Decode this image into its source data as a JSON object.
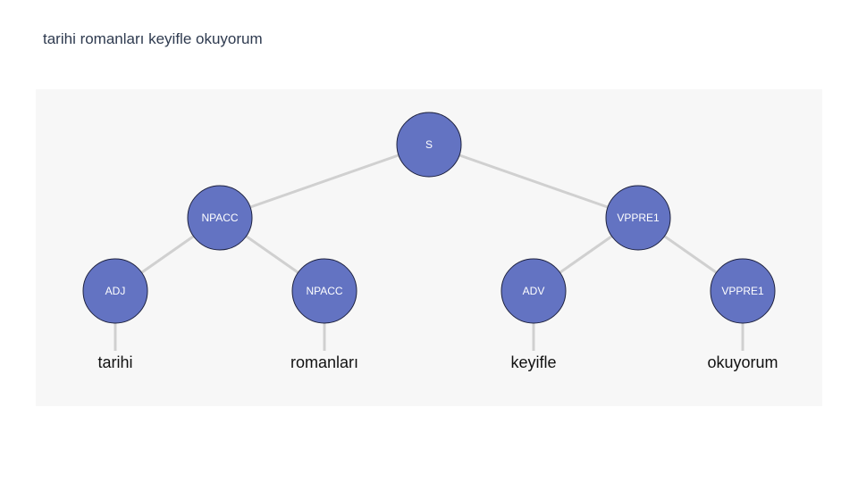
{
  "title": "tarihi romanları keyifle okuyorum",
  "colors": {
    "node_fill": "#6373c2",
    "node_stroke": "#1f2340",
    "edge": "#d0d0d0",
    "node_text": "#ffffff",
    "leaf_text": "#111111",
    "panel_bg": "#f7f7f7"
  },
  "tree": {
    "nodes": {
      "s": "S",
      "npacc_top": "NPACC",
      "vppre1_top": "VPPRE1",
      "adj": "ADJ",
      "npacc_leaf": "NPACC",
      "adv": "ADV",
      "vppre1_leaf": "VPPRE1"
    },
    "words": {
      "tarihi": "tarihi",
      "romanlari": "romanları",
      "keyifle": "keyifle",
      "okuyorum": "okuyorum"
    }
  }
}
